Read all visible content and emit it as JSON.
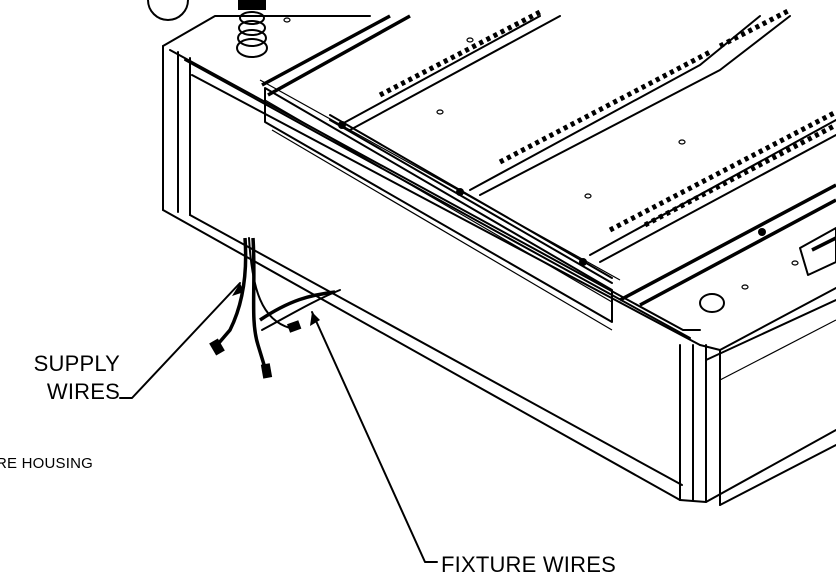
{
  "labels": {
    "supply_line1": "SUPPLY",
    "supply_line2": "WIRES",
    "fixture": "FIXTURE WIRES",
    "housing": "RE HOUSING"
  },
  "colors": {
    "ink": "#000000",
    "paper": "#ffffff"
  }
}
